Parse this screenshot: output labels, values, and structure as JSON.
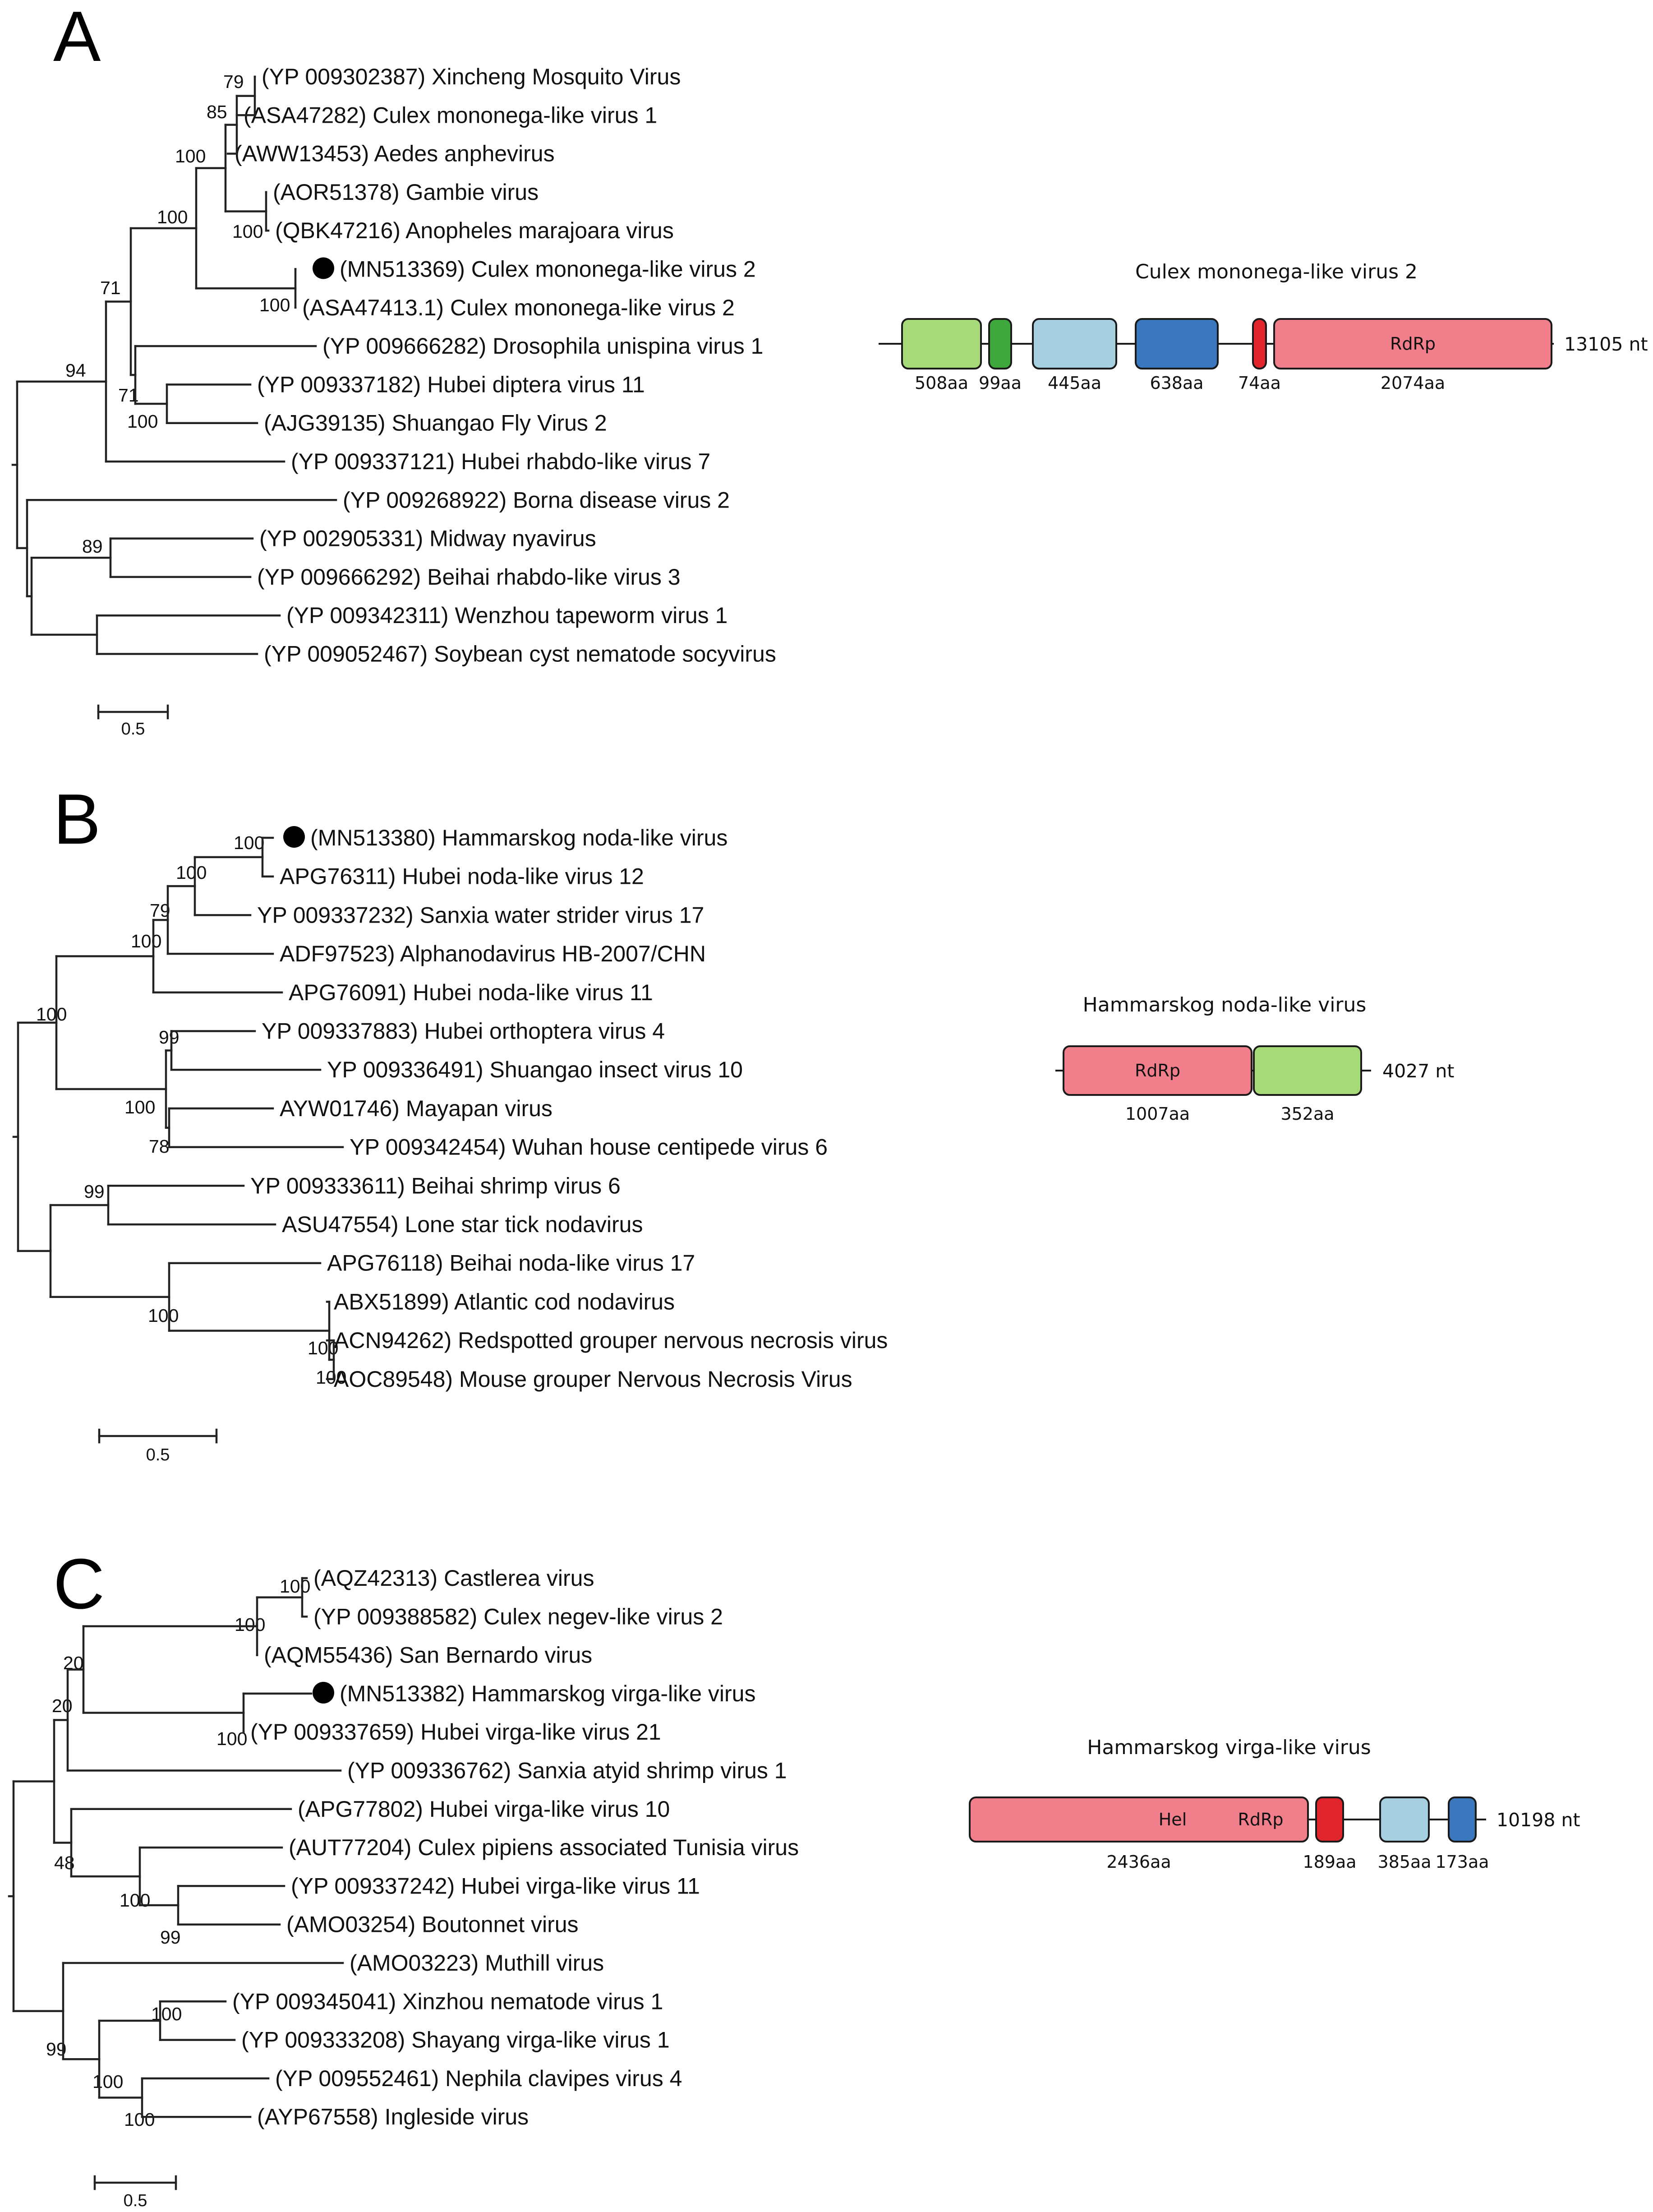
{
  "panels": [
    {
      "letter": "A",
      "leaves": [
        "(YP 009302387) Xincheng Mosquito Virus",
        "(ASA47282) Culex mononega-like virus 1",
        "(AWW13453) Aedes anphevirus",
        "(AOR51378) Gambie virus",
        "(QBK47216) Anopheles marajoara virus",
        "(MN513369) Culex mononega-like virus 2",
        "(ASA47413.1) Culex mononega-like virus 2",
        "(YP 009666282) Drosophila unispina virus 1",
        "(YP 009337182) Hubei diptera virus 11",
        "(AJG39135) Shuangao Fly Virus 2",
        "(YP 009337121) Hubei rhabdo-like virus 7",
        "(YP 009268922) Borna disease virus 2",
        "(YP 002905331) Midway nyavirus",
        "(YP 009666292) Beihai rhabdo-like virus 3",
        "(YP 009342311) Wenzhou tapeworm virus 1",
        "(YP 009052467) Soybean cyst nematode socyvirus"
      ],
      "highlighted_leaf": 5,
      "bootstrap": [
        "79",
        "85",
        "100",
        "100",
        "100",
        "100",
        "71",
        "71",
        "100",
        "94",
        "89"
      ],
      "scale_label": "0.5",
      "genome": {
        "title": "Culex mononega-like virus 2",
        "length": "13105 nt",
        "segments": [
          {
            "label": "508aa",
            "domain": "",
            "color": "#a6d978"
          },
          {
            "label": "99aa",
            "domain": "",
            "color": "#3fa83c"
          },
          {
            "label": "445aa",
            "domain": "",
            "color": "#a6d0e0"
          },
          {
            "label": "638aa",
            "domain": "",
            "color": "#3a77bd"
          },
          {
            "label": "74aa",
            "domain": "",
            "color": "#e1252c"
          },
          {
            "label": "2074aa",
            "domain": "RdRp",
            "color": "#f07f8b"
          }
        ]
      }
    },
    {
      "letter": "B",
      "leaves": [
        "(MN513380) Hammarskog noda-like virus",
        "APG76311) Hubei noda-like virus 12",
        "YP 009337232) Sanxia water strider virus 17",
        "ADF97523) Alphanodavirus HB-2007/CHN",
        "APG76091) Hubei noda-like virus 11",
        "YP 009337883) Hubei orthoptera virus 4",
        "YP 009336491) Shuangao insect virus 10",
        "AYW01746) Mayapan virus",
        "YP 009342454) Wuhan house centipede virus 6",
        "YP 009333611) Beihai shrimp virus 6",
        "ASU47554) Lone star tick nodavirus",
        "APG76118) Beihai noda-like virus 17",
        "ABX51899) Atlantic cod nodavirus",
        "ACN94262) Redspotted grouper nervous necrosis virus",
        "AOC89548) Mouse grouper Nervous Necrosis Virus"
      ],
      "highlighted_leaf": 0,
      "bootstrap": [
        "100",
        "100",
        "79",
        "100",
        "100",
        "99",
        "100",
        "78",
        "99",
        "100",
        "100",
        "100"
      ],
      "scale_label": "0.5",
      "genome": {
        "title": "Hammarskog noda-like virus",
        "length": "4027 nt",
        "segments": [
          {
            "label": "1007aa",
            "domain": "RdRp",
            "color": "#f07f8b"
          },
          {
            "label": "352aa",
            "domain": "",
            "color": "#a6d978"
          }
        ]
      }
    },
    {
      "letter": "C",
      "leaves": [
        "(AQZ42313) Castlerea virus",
        "(YP 009388582) Culex negev-like virus 2",
        "(AQM55436) San Bernardo virus",
        "(MN513382) Hammarskog virga-like virus",
        "(YP 009337659) Hubei virga-like virus 21",
        "(YP 009336762) Sanxia atyid shrimp virus 1",
        "(APG77802) Hubei virga-like virus 10",
        "(AUT77204) Culex pipiens associated Tunisia virus",
        "(YP 009337242) Hubei virga-like virus 11",
        "(AMO03254) Boutonnet virus",
        "(AMO03223) Muthill virus",
        "(YP 009345041) Xinzhou nematode virus 1",
        "(YP 009333208) Shayang virga-like virus 1",
        "(YP 009552461) Nephila clavipes virus 4",
        "(AYP67558) Ingleside virus"
      ],
      "highlighted_leaf": 3,
      "bootstrap": [
        "100",
        "100",
        "20",
        "20",
        "100",
        "48",
        "100",
        "99",
        "100",
        "99",
        "100",
        "100"
      ],
      "scale_label": "0.5",
      "genome": {
        "title": "Hammarskog virga-like virus",
        "length": "10198 nt",
        "segments": [
          {
            "label": "2436aa",
            "domain": "Hel",
            "domain2": "RdRp",
            "color": "#f07f8b"
          },
          {
            "label": "189aa",
            "domain": "",
            "color": "#e1252c"
          },
          {
            "label": "385aa",
            "domain": "",
            "color": "#a6d0e0"
          },
          {
            "label": "173aa",
            "domain": "",
            "color": "#3a77bd"
          }
        ]
      }
    }
  ]
}
